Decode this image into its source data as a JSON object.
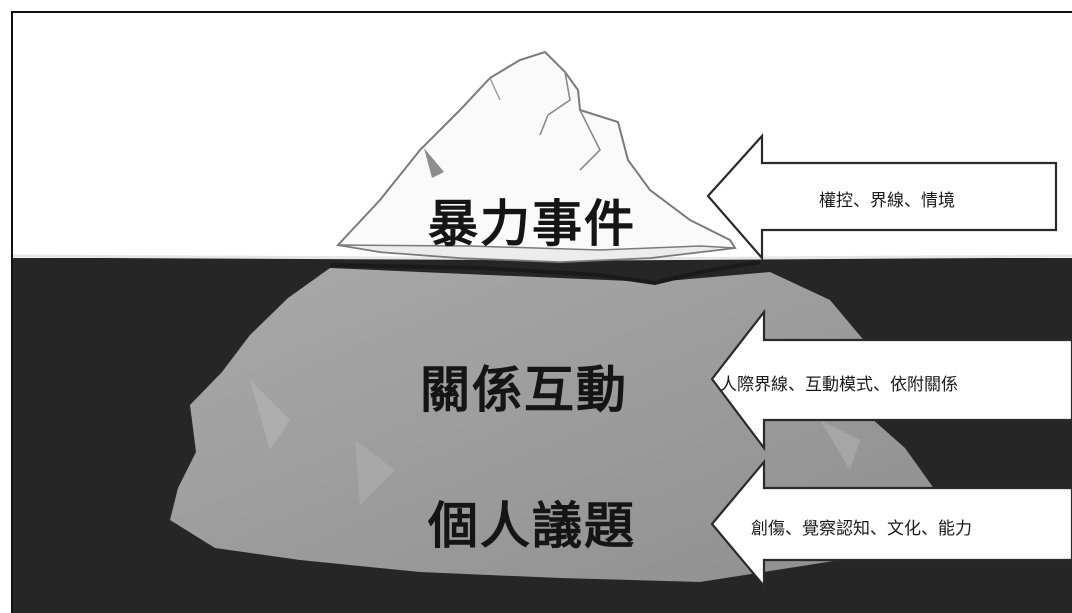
{
  "layers": [
    {
      "name": "暴力事件",
      "factors": "權控、界線、情境"
    },
    {
      "name": "關係互動",
      "factors": "人際界線、互動模式、依附關係"
    },
    {
      "name": "個人議題",
      "factors": "創傷、覺察認知、文化、能力"
    }
  ],
  "colors": {
    "water": "#262626",
    "iceberg_above": "#fafafa",
    "iceberg_below": "#9b9b9b",
    "arrow_fill": "#ffffff",
    "arrow_stroke": "#2a2a2a"
  }
}
